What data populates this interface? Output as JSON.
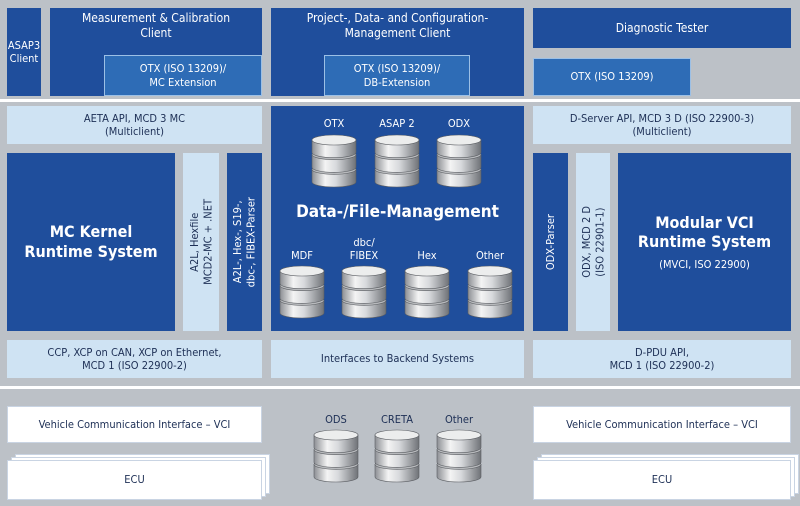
{
  "boxes": {
    "asap3": "ASAP3\nClient",
    "mc_client": "Measurement & Calibration\nClient",
    "otx_mc": "OTX (ISO 13209)/\nMC Extension",
    "pdcm_client": "Project-, Data- and Configuration-\nManagement Client",
    "otx_db": "OTX (ISO 13209)/\nDB-Extension",
    "diag_tester": "Diagnostic Tester",
    "otx_plain": "OTX (ISO 13209)",
    "aeta": "AETA API, MCD 3 MC\n(Multiclient)",
    "dserver": "D-Server API, MCD 3 D (ISO 22900-3)\n(Multiclient)",
    "mc_kernel": "MC Kernel\nRuntime System",
    "a2l_hexfile": "A2L, Hexfile\nMCD2-MC + .NET",
    "a2l_parser": "A2L-, Hex-, S19-,\ndbc-, FIBEX-Parser",
    "data_mgmt": "Data-/File-Management",
    "odx_parser": "ODX-Parser",
    "odx_mcd2d": "ODX, MCD 2 D\n(ISO 22901-1)",
    "modular_vci": "Modular VCI\nRuntime System",
    "mvci_sub": "(MVCI, ISO 22900)",
    "ccp": "CCP, XCP on CAN, XCP on Ethernet,\nMCD 1 (ISO 22900-2)",
    "backend": "Interfaces to Backend Systems",
    "dpdu": "D-PDU API,\nMCD 1 (ISO 22900-2)",
    "vci_left": "Vehicle Communication Interface – VCI",
    "vci_right": "Vehicle Communication Interface – VCI",
    "ecu_left": "ECU",
    "ecu_right": "ECU"
  },
  "databases": {
    "top": [
      "OTX",
      "ASAP 2",
      "ODX"
    ],
    "middle": [
      "MDF",
      "dbc/\nFIBEX",
      "Hex",
      "Other"
    ],
    "bottom": [
      "ODS",
      "CRETA",
      "Other"
    ]
  },
  "colors": {
    "dark_blue": "#1f4e9c",
    "mid_blue": "#2e6cb6",
    "light_blue": "#cfe3f3",
    "background": "#bcc1c7"
  }
}
